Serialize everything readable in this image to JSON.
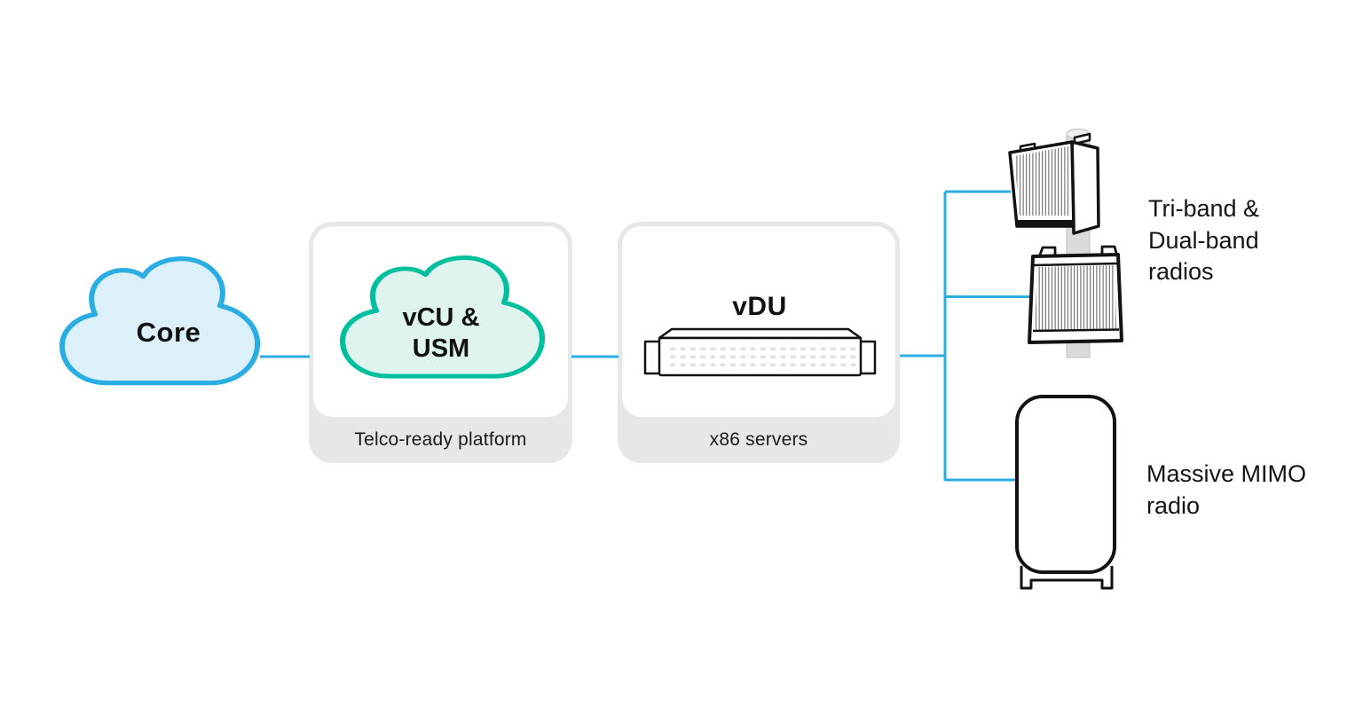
{
  "canvas": {
    "background": "#ffffff"
  },
  "colors": {
    "accent_blue": "#29ADE3",
    "cloud_blue_fill": "#DCF0F9",
    "accent_teal": "#00BF9F",
    "cloud_teal_fill": "#DFF4EE",
    "card_gray": "#E7E7E7",
    "outline_black": "#121212",
    "pole_gray": "#DBDBDB",
    "vent_dot_gray": "#E2E2E2",
    "text_dark": "#1A1A1A"
  },
  "core": {
    "label": "Core"
  },
  "platform_card": {
    "cloud_lines": [
      "vCU &",
      "USM"
    ],
    "footer": "Telco-ready platform"
  },
  "server_card": {
    "title": "vDU",
    "footer": "x86 servers"
  },
  "radios": {
    "triband_lines": [
      "Tri-band &",
      "Dual-band",
      "radios"
    ],
    "mimo_lines": [
      "Massive MIMO",
      "radio"
    ]
  }
}
